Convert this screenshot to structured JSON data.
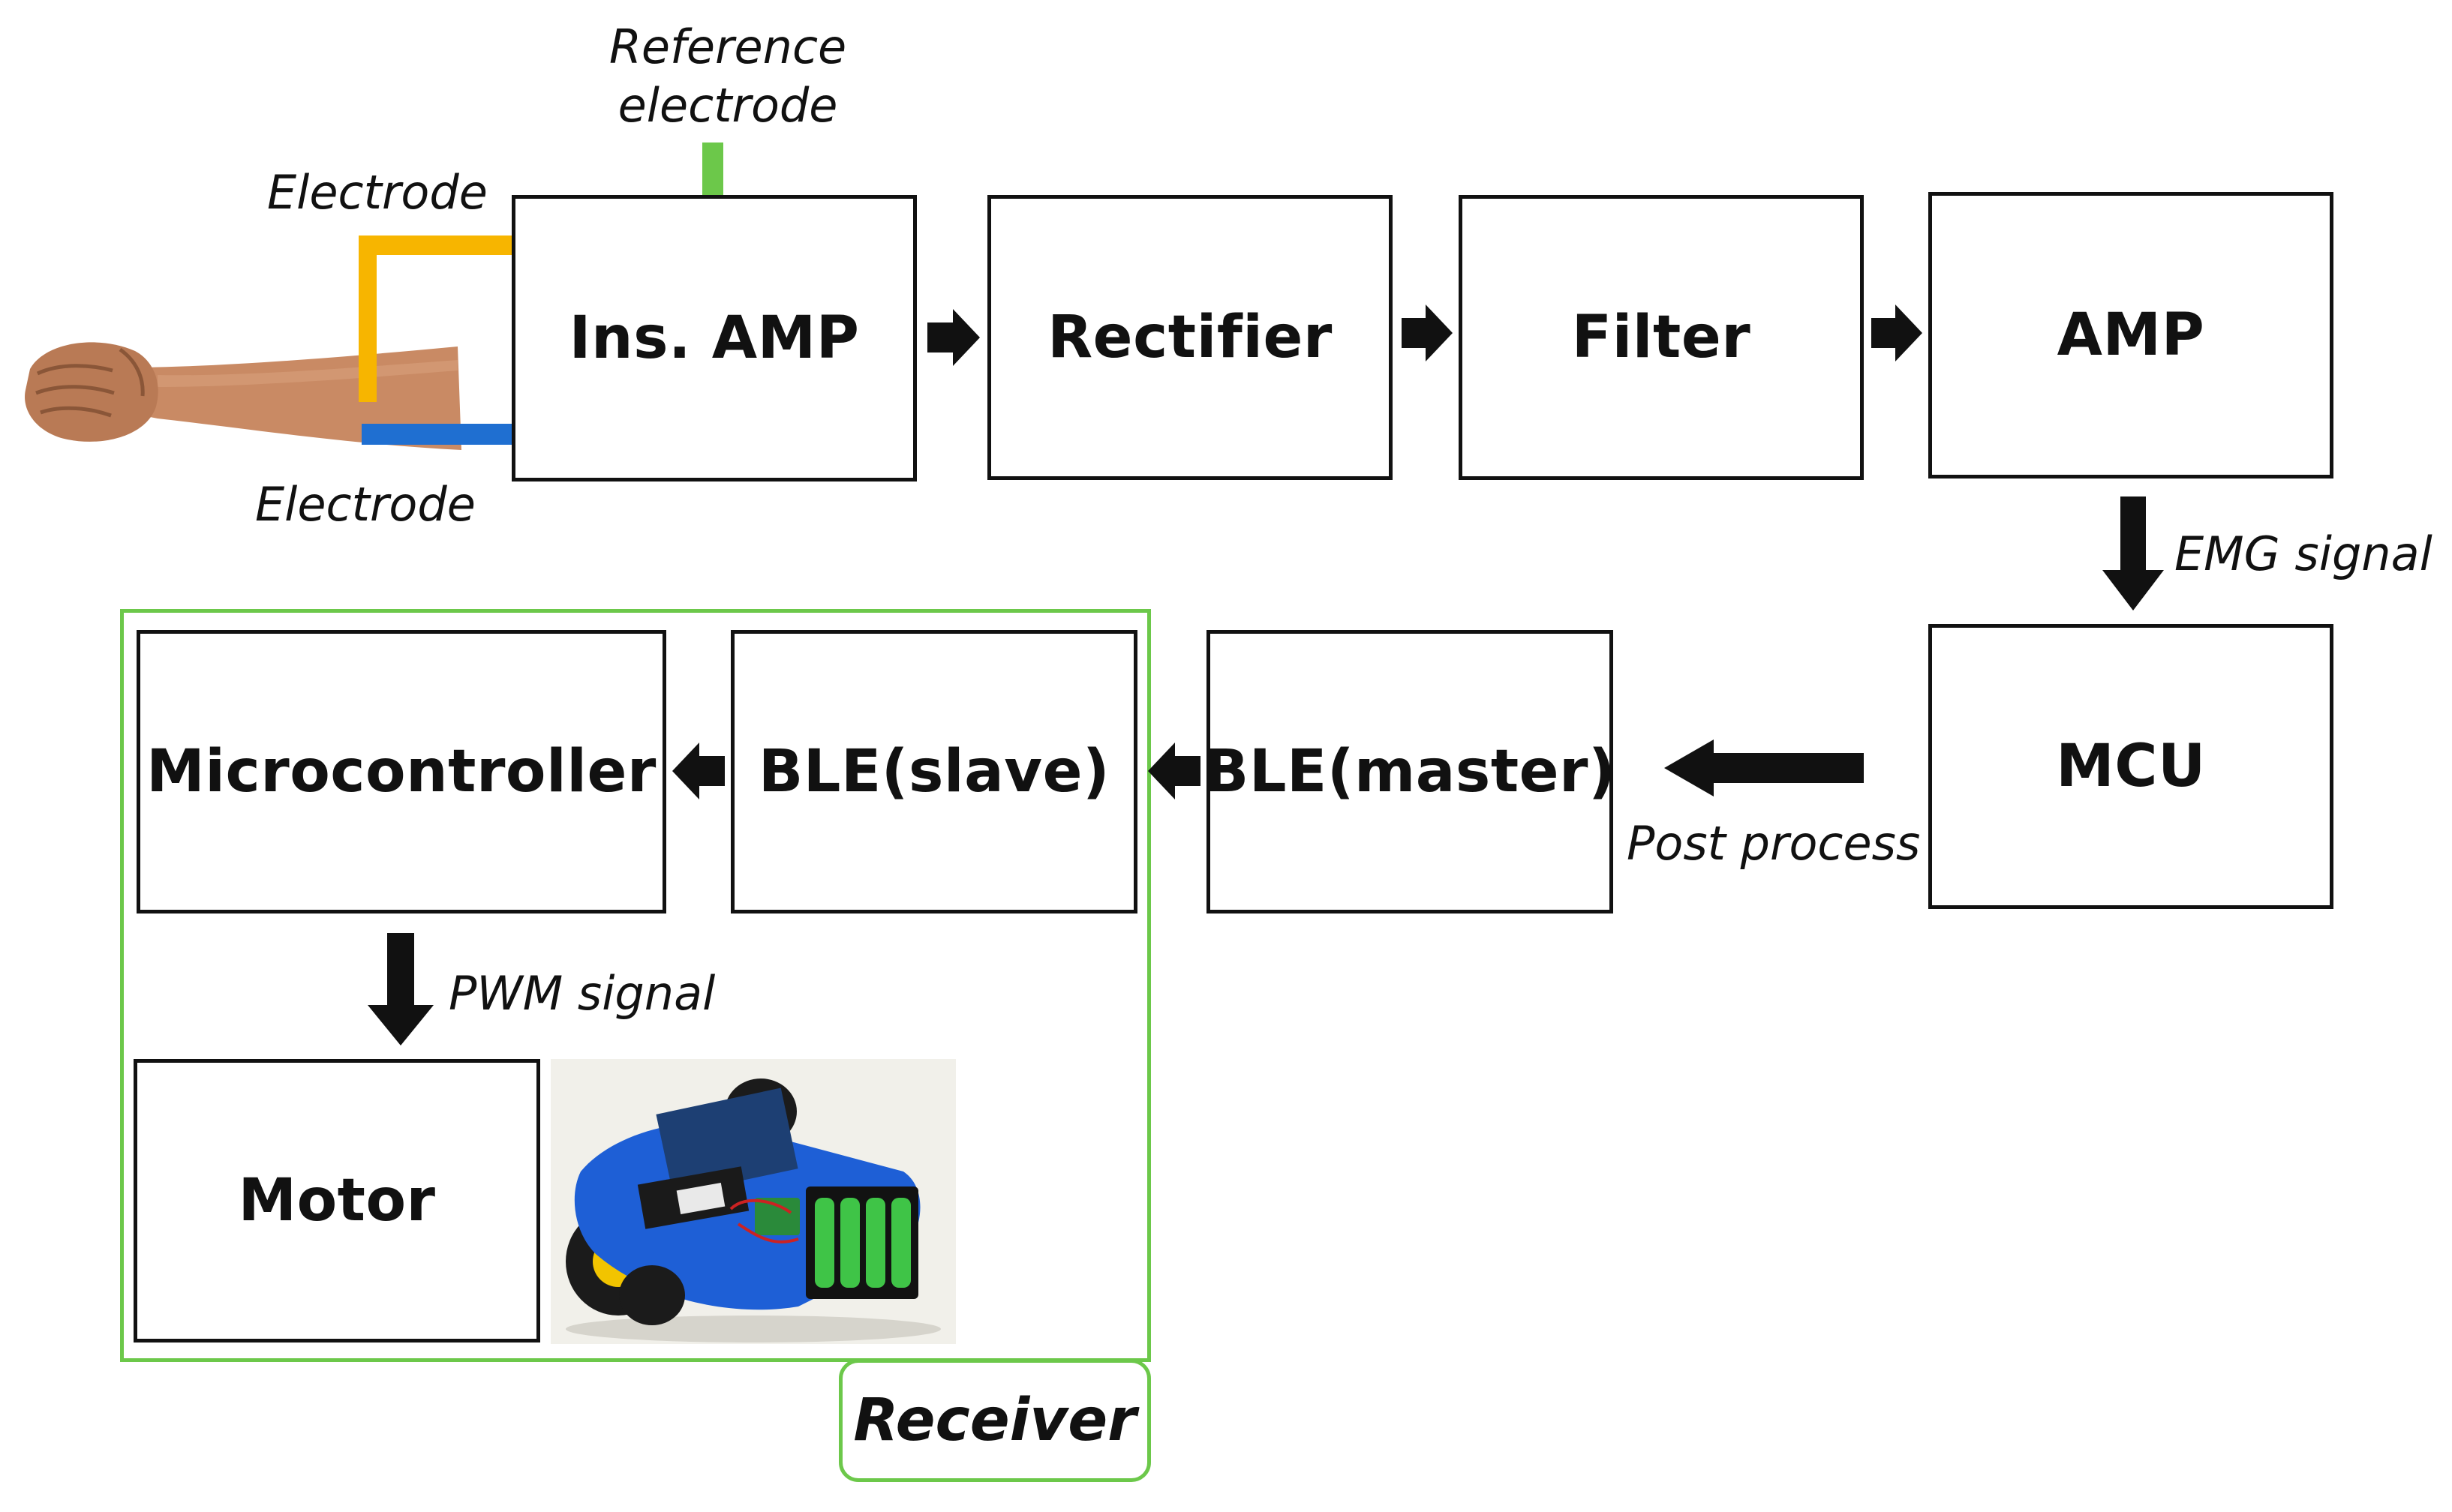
{
  "blocks": {
    "ins_amp": "Ins. AMP",
    "rectifier": "Rectifier",
    "filter": "Filter",
    "amp": "AMP",
    "mcu": "MCU",
    "ble_master": "BLE(master)",
    "ble_slave": "BLE(slave)",
    "microcontroller": "Microcontroller",
    "motor": "Motor"
  },
  "labels": {
    "reference_electrode_line1": "Reference",
    "reference_electrode_line2": "electrode",
    "electrode_top": "Electrode",
    "electrode_bottom": "Electrode",
    "emg_signal": "EMG signal",
    "post_process": "Post process",
    "pwm_signal": "PWM signal",
    "receiver": "Receiver"
  },
  "colors": {
    "electrode_yellow": "#f7b500",
    "electrode_blue": "#1f6fd1",
    "reference_green": "#6cc84a",
    "receiver_green": "#6cc84a",
    "arrow": "#111111"
  },
  "images": {
    "arm": "forearm-with-fist",
    "robot": "robot-car-photo"
  }
}
